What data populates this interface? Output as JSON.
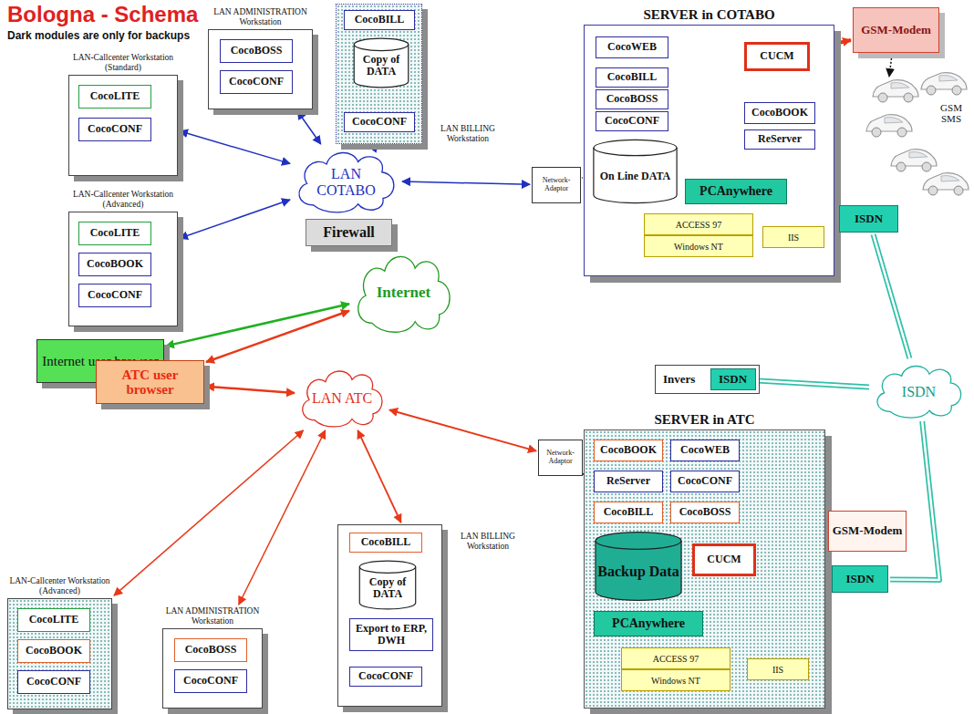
{
  "diagram": {
    "title": "Bologna - Schema",
    "nodes": [
      {
        "text": [
          "LAN-Callcenter Workstation (Standard)"
        ]
      },
      {
        "text": [
          "CocoLITE"
        ],
        "in": 0
      },
      {
        "text": [
          "CocoCONF"
        ],
        "in": 0
      },
      {
        "text": [
          "LAN-Callcenter Workstation (Advanced)"
        ]
      },
      {
        "text": [
          "CocoLITE"
        ],
        "in": 3
      },
      {
        "text": [
          "CocoBOOK"
        ],
        "in": 3
      },
      {
        "text": [
          "CocoCONF"
        ],
        "in": 3
      },
      {
        "text": [
          "LAN ADMINISTRATION Workstation"
        ]
      },
      {
        "text": [
          "CocoBOSS"
        ],
        "in": 7
      },
      {
        "text": [
          "CocoCONF"
        ],
        "in": 7
      },
      {
        "text": [
          "LAN BILLING Workstation"
        ]
      },
      {
        "text": [
          "CocoBILL"
        ],
        "in": 10
      },
      {
        "text": [
          "Copy of DATA"
        ],
        "in": 10
      },
      {
        "text": [
          "CocoCONF"
        ],
        "in": 10
      },
      {
        "text": [
          "LAN COTABO"
        ]
      },
      {
        "text": [
          "Firewall"
        ]
      },
      {
        "text": [
          "Internet"
        ]
      },
      {
        "text": [
          "Internet user browser"
        ]
      },
      {
        "text": [
          "Network-Adaptor"
        ]
      },
      {
        "text": [
          "SERVER in COTABO"
        ]
      },
      {
        "text": [
          "CocoWEB"
        ],
        "in": 19
      },
      {
        "text": [
          "CocoBILL"
        ],
        "in": 19
      },
      {
        "text": [
          "CocoBOSS"
        ],
        "in": 19
      },
      {
        "text": [
          "CocoCONF"
        ],
        "in": 19
      },
      {
        "text": [
          "CUCM"
        ],
        "in": 19
      },
      {
        "text": [
          "CocoBOOK"
        ],
        "in": 19
      },
      {
        "text": [
          "ReServer"
        ],
        "in": 19
      },
      {
        "text": [
          "On Line DATA"
        ],
        "in": 19
      },
      {
        "text": [
          "PCAnywhere"
        ],
        "in": 19
      },
      {
        "text": [
          "ACCESS 97"
        ],
        "in": 19
      },
      {
        "text": [
          "Windows NT"
        ],
        "in": 19
      },
      {
        "text": [
          "IIS"
        ],
        "in": 19
      },
      {
        "text": [
          "GSM-Modem"
        ]
      },
      {
        "text": [
          "ISDN"
        ]
      },
      {
        "text": [
          "Invers"
        ]
      },
      {
        "text": [
          "ISDN"
        ],
        "in": 34
      },
      {
        "text": [
          "ISDN"
        ]
      },
      {
        "text": [
          "SERVER in ATC"
        ]
      },
      {
        "text": [
          "CocoBOOK"
        ],
        "in": 37
      },
      {
        "text": [
          "CocoWEB"
        ],
        "in": 37
      },
      {
        "text": [
          "ReServer"
        ],
        "in": 37
      },
      {
        "text": [
          "CocoCONF"
        ],
        "in": 37
      },
      {
        "text": [
          "CocoBILL"
        ],
        "in": 37
      },
      {
        "text": [
          "CocoBOSS"
        ],
        "in": 37
      },
      {
        "text": [
          "Backup Data"
        ],
        "in": 37
      },
      {
        "text": [
          "CUCM"
        ],
        "in": 37
      },
      {
        "text": [
          "PCAnywhere"
        ],
        "in": 37
      },
      {
        "text": [
          "ACCESS 97"
        ],
        "in": 37
      },
      {
        "text": [
          "Windows NT"
        ],
        "in": 37
      },
      {
        "text": [
          "IIS"
        ],
        "in": 37
      },
      {
        "text": [
          "GSM-Modem"
        ]
      },
      {
        "text": [
          "ISDN"
        ]
      },
      {
        "text": [
          "LAN ATC"
        ]
      },
      {
        "text": [
          "ATC user browser"
        ]
      },
      {
        "text": [
          "Network-Adaptor"
        ]
      },
      {
        "text": [
          "LAN BILLING Workstation"
        ]
      },
      {
        "text": [
          "CocoBILL"
        ],
        "in": 55
      },
      {
        "text": [
          "Copy of DATA"
        ],
        "in": 55
      },
      {
        "text": [
          "Export to ERP, DWH"
        ],
        "in": 55
      },
      {
        "text": [
          "CocoCONF"
        ],
        "in": 55
      },
      {
        "text": [
          "LAN-Callcenter Workstation (Advanced)"
        ]
      },
      {
        "text": [
          "CocoLITE"
        ],
        "in": 60
      },
      {
        "text": [
          "CocoBOOK"
        ],
        "in": 60
      },
      {
        "text": [
          "CocoCONF"
        ],
        "in": 60
      },
      {
        "text": [
          "LAN ADMINISTRATION Workstation"
        ]
      },
      {
        "text": [
          "CocoBOSS"
        ],
        "in": 64
      },
      {
        "text": [
          "CocoCONF"
        ],
        "in": 64
      }
    ],
    "edges": [
      {
        "from": 14,
        "to": 0,
        "arrow": "both"
      },
      {
        "from": 14,
        "to": 3,
        "arrow": "both"
      },
      {
        "from": 14,
        "to": 7,
        "arrow": "both"
      },
      {
        "from": 14,
        "to": 10,
        "arrow": "both"
      },
      {
        "from": 14,
        "to": 18,
        "arrow": "both"
      },
      {
        "from": 18,
        "to": 19,
        "arrow": "none"
      },
      {
        "from": 17,
        "to": 16,
        "arrow": "both"
      },
      {
        "from": 16,
        "to": 53,
        "arrow": "both"
      },
      {
        "from": 53,
        "to": 52,
        "arrow": "both"
      },
      {
        "from": 52,
        "to": 54,
        "arrow": "both"
      },
      {
        "from": 54,
        "to": 37,
        "arrow": "none"
      },
      {
        "from": 52,
        "to": 55,
        "arrow": "both"
      },
      {
        "from": 52,
        "to": 60,
        "arrow": "both"
      },
      {
        "from": 52,
        "to": 64,
        "arrow": "both"
      },
      {
        "from": 24,
        "to": 32,
        "arrow": "to"
      },
      {
        "from": 28,
        "to": 33,
        "arrow": "both"
      },
      {
        "from": 33,
        "to": 36,
        "arrow": "none"
      },
      {
        "from": 35,
        "to": 36,
        "arrow": "none"
      },
      {
        "from": 36,
        "to": 51,
        "arrow": "none"
      },
      {
        "from": 46,
        "to": 51,
        "arrow": "both"
      }
    ],
    "labels": [
      "Dark modules are only for backups",
      "GSM SMS"
    ]
  }
}
